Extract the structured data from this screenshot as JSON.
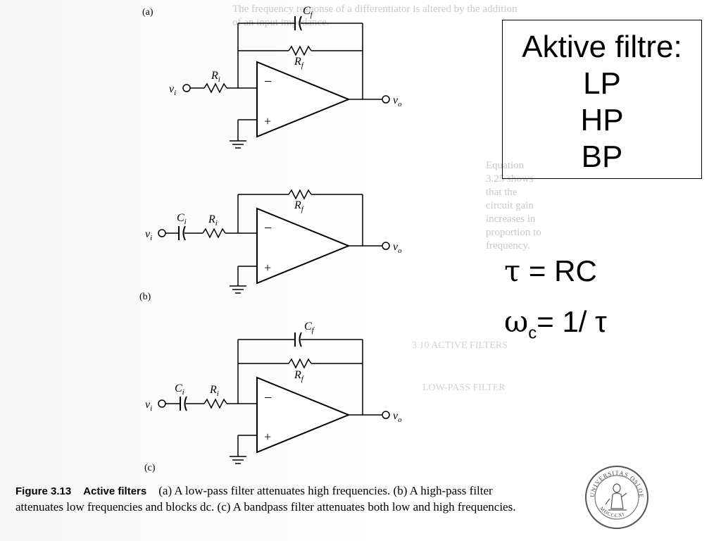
{
  "figure": {
    "panels": [
      {
        "label": "(a)"
      },
      {
        "label": "(b)"
      },
      {
        "label": "(c)"
      }
    ],
    "components": {
      "v_in": "v",
      "v_in_sub": "i",
      "v_out": "v",
      "v_out_sub": "o",
      "R_in": "R",
      "R_in_sub": "i",
      "R_f": "R",
      "R_f_sub": "f",
      "C_in": "C",
      "C_in_sub": "i",
      "C_f": "C",
      "C_f_sub": "f",
      "minus": "−",
      "plus": "+"
    },
    "caption": {
      "number": "Figure 3.13",
      "title": "Active filters",
      "text": "(a) A low-pass filter attenuates high frequencies. (b) A high-pass filter attenuates low frequencies and blocks dc. (c) A bandpass filter attenuates both low and high frequencies."
    }
  },
  "box": {
    "title": "Aktive filtre:",
    "items": [
      "LP",
      "HP",
      "BP"
    ]
  },
  "equations": {
    "tau": {
      "symbol": "τ",
      "rhs": "= RC"
    },
    "omega": {
      "symbol": "ω",
      "sub": "c",
      "rhs": "= 1/ τ"
    }
  }
}
